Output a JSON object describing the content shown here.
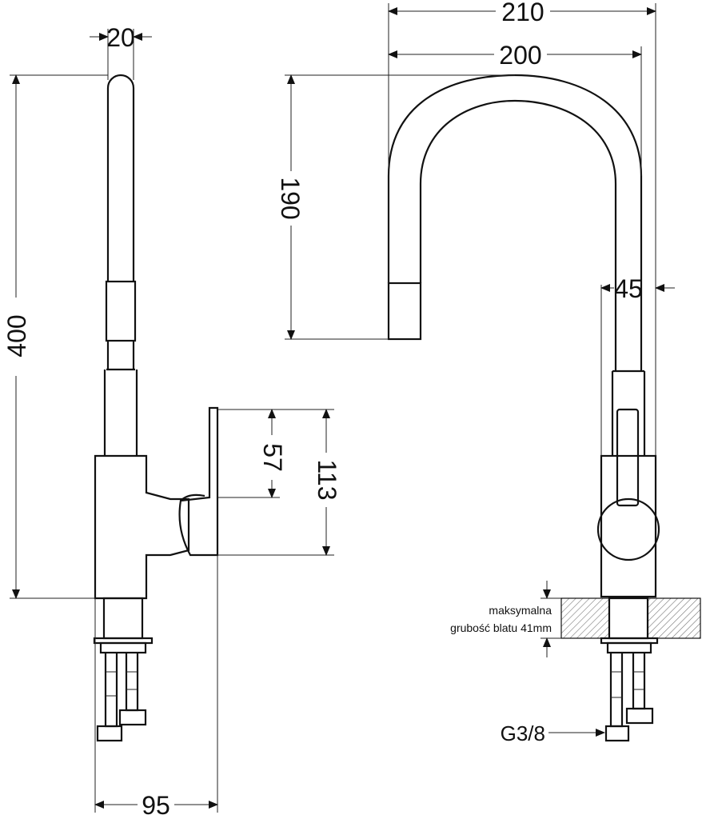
{
  "dimensions": {
    "spout_diameter": "20",
    "total_height": "400",
    "handle_height": "57",
    "handle_total": "113",
    "base_depth": "95",
    "outer_reach": "210",
    "spout_reach": "200",
    "spout_height": "190",
    "body_diameter": "45"
  },
  "notes": {
    "counter_thickness_line1": "maksymalna",
    "counter_thickness_line2": "grubość blatu 41mm",
    "connection_thread": "G3/8"
  },
  "colors": {
    "line": "#111111",
    "background": "#ffffff"
  }
}
